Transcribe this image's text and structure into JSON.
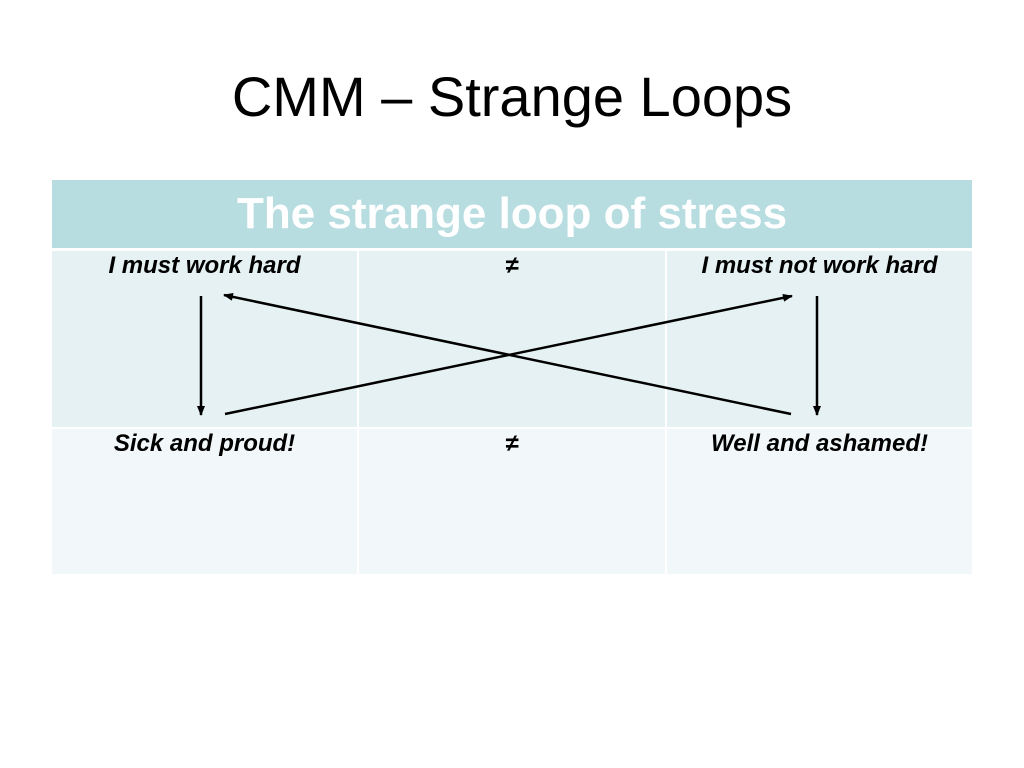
{
  "slide": {
    "title": "CMM – Strange Loops"
  },
  "table": {
    "header": "The strange loop of stress",
    "rows": [
      [
        "I must work hard",
        "≠",
        "I must not work hard"
      ],
      [
        "Sick and proud!",
        "≠",
        "Well and ashamed!"
      ]
    ]
  },
  "diagram": {
    "arrows": [
      {
        "from": "I must work hard",
        "to": "Sick and proud!"
      },
      {
        "from": "Sick and proud!",
        "to": "I must not work hard"
      },
      {
        "from": "I must not work hard",
        "to": "Well and ashamed!"
      },
      {
        "from": "Well and ashamed!",
        "to": "I must work hard"
      }
    ]
  },
  "colors": {
    "header_bg": "#b8dde1",
    "row1_bg": "#e6f1f3",
    "row2_bg": "#f2f8f9"
  }
}
